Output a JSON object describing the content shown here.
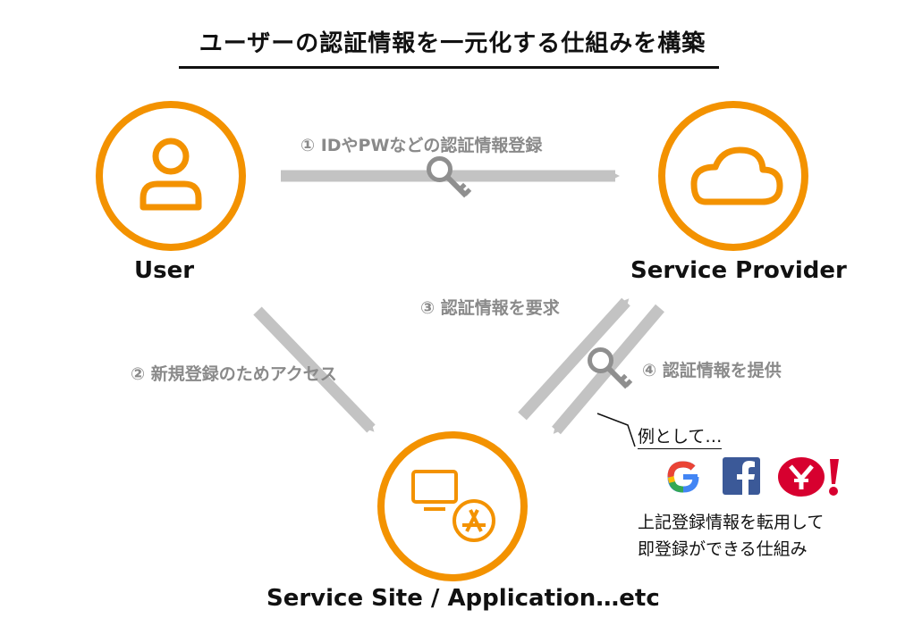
{
  "title": "ユーザーの認証情報を一元化する仕組みを構築",
  "nodes": {
    "user": "User",
    "provider": "Service Provider",
    "site": "Service Site / Application…etc"
  },
  "steps": {
    "step1": "① IDやPWなどの認証情報登録",
    "step2": "② 新規登録のためアクセス",
    "step3": "③ 認証情報を要求",
    "step4": "④ 認証情報を提供"
  },
  "note": {
    "heading": "例として…",
    "line1": "上記登録情報を転用して",
    "line2": "即登録ができる仕組み",
    "logos": [
      "google-logo",
      "facebook-logo",
      "yahoo-logo"
    ]
  },
  "colors": {
    "accent": "#f39200",
    "arrow": "#c3c3c3",
    "step_text": "#8a8a8a",
    "key": "#8f8f8f"
  }
}
